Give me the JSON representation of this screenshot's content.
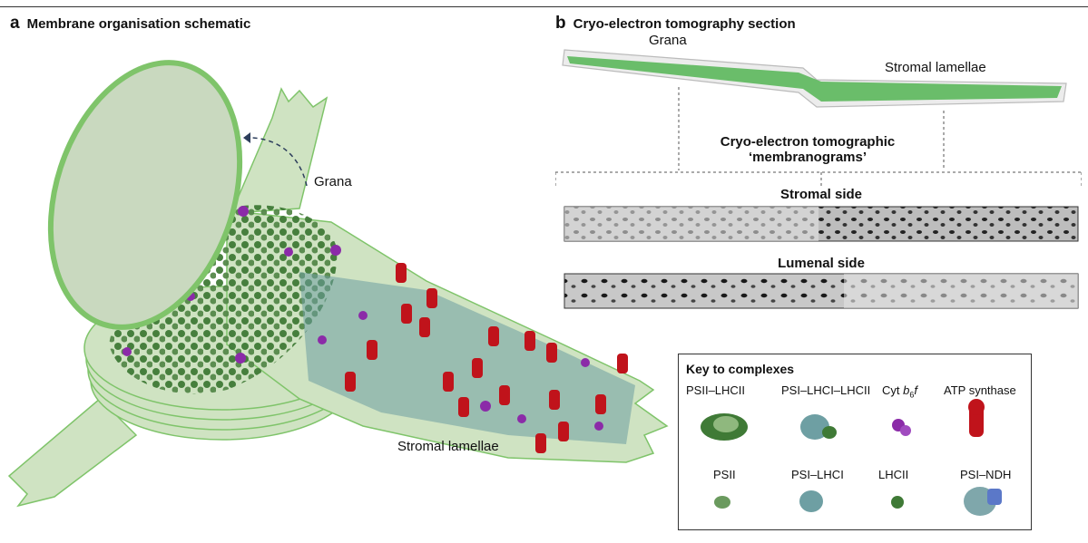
{
  "panel_a": {
    "letter": "a",
    "title": "Membrane organisation schematic",
    "label_grana": "Grana",
    "label_stromal": "Stromal lamellae"
  },
  "panel_b": {
    "letter": "b",
    "title": "Cryo-electron tomography section",
    "label_grana": "Grana",
    "label_stromal": "Stromal lamellae",
    "membranograms_line1": "Cryo-electron tomographic",
    "membranograms_line2": "‘membranograms’",
    "stromal_side": "Stromal side",
    "lumenal_side": "Lumenal side"
  },
  "key": {
    "title": "Key to complexes",
    "items": [
      {
        "label": "PSII–LHCII",
        "icon": "psii-lhcii-icon"
      },
      {
        "label": "PSI–LHCI–LHCII",
        "icon": "psi-lhci-lhcii-icon"
      },
      {
        "label_main": "Cyt ",
        "label_b": "b",
        "label_sub": "6",
        "label_f": "f",
        "icon": "cyt-b6f-icon"
      },
      {
        "label": "ATP synthase",
        "icon": "atp-synthase-icon"
      },
      {
        "label": "PSII",
        "icon": "psii-icon"
      },
      {
        "label": "PSI–LHCI",
        "icon": "psi-lhci-icon"
      },
      {
        "label": "LHCII",
        "icon": "lhcii-icon"
      },
      {
        "label": "PSI–NDH",
        "icon": "psi-ndh-icon"
      }
    ]
  },
  "colors": {
    "membrane_light": "#cfe3c2",
    "membrane_edge": "#7fc46a",
    "psii_green": "#3f7a36",
    "psi_teal": "#6e9fa3",
    "cytb6f_purple": "#8b2ba8",
    "atp_red": "#c0131b",
    "ndh_blue": "#5b78c8",
    "tomo_green": "#5cb85c"
  }
}
